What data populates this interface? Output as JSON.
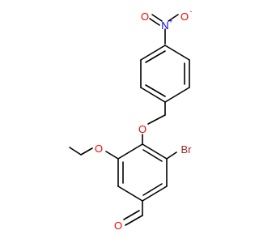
{
  "molecule": {
    "colors": {
      "bond": "#000000",
      "oxygen": "#ff0000",
      "nitrogen": "#0000ff",
      "bromine": "#a52a2a",
      "background": "#ffffff"
    },
    "atoms": {
      "nitro_n": {
        "symbol": "N",
        "charge": "+"
      },
      "nitro_o_left": {
        "symbol": "O"
      },
      "nitro_o_right": {
        "symbol": "O",
        "charge": "-"
      },
      "ether_o": {
        "symbol": "O"
      },
      "ethoxy_o": {
        "symbol": "O"
      },
      "bromine": {
        "symbol": "Br"
      },
      "aldehyde_o": {
        "symbol": "O"
      }
    }
  }
}
